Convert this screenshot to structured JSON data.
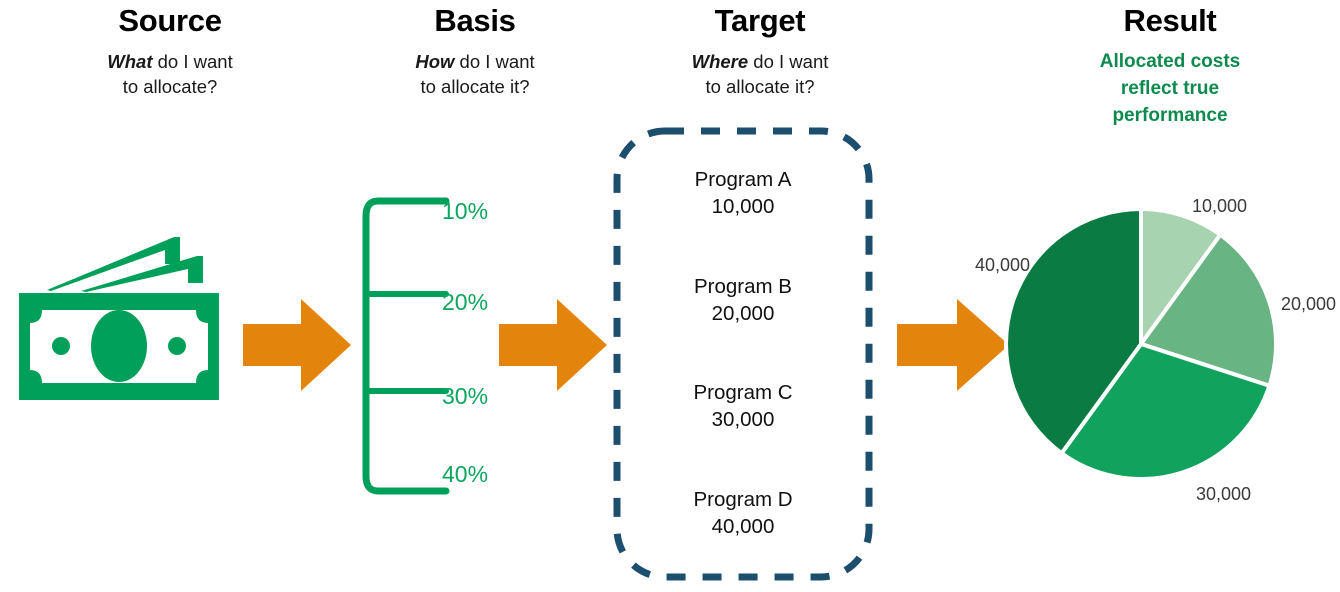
{
  "columns": {
    "source": {
      "title": "Source",
      "sub_lead": "What",
      "sub_rest": " do I want",
      "sub_line2": "to allocate?",
      "icon": "money-stack-icon"
    },
    "basis": {
      "title": "Basis",
      "sub_lead": "How",
      "sub_rest": " do I want",
      "sub_line2": "to allocate it?"
    },
    "target": {
      "title": "Target",
      "sub_lead": "Where",
      "sub_rest": " do I want",
      "sub_line2": "to allocate it?"
    },
    "result": {
      "title": "Result",
      "sub_line1": "Allocated costs",
      "sub_line2": "reflect true",
      "sub_line3": "performance"
    }
  },
  "basis_percentages": [
    {
      "label": "10%"
    },
    {
      "label": "20%"
    },
    {
      "label": "30%"
    },
    {
      "label": "40%"
    }
  ],
  "programs": [
    {
      "name": "Program A",
      "amount": "10,000"
    },
    {
      "name": "Program B",
      "amount": "20,000"
    },
    {
      "name": "Program C",
      "amount": "30,000"
    },
    {
      "name": "Program D",
      "amount": "40,000"
    }
  ],
  "pie_labels": [
    {
      "label": "10,000"
    },
    {
      "label": "20,000"
    },
    {
      "label": "30,000"
    },
    {
      "label": "40,000"
    }
  ],
  "colors": {
    "green_brand": "#00A05A",
    "green_text": "#0DA65E",
    "green_result_text": "#0E8A4F",
    "orange_arrow": "#E3840C",
    "navy_dashed": "#1C4E6E",
    "pie_10": "#A8D3B0",
    "pie_20": "#68B482",
    "pie_30": "#11A35E",
    "pie_40": "#0A7C43",
    "label_gray": "#3a3a3a"
  },
  "chart_data": {
    "type": "pie",
    "title": "Result",
    "categories": [
      "Program A",
      "Program B",
      "Program C",
      "Program D"
    ],
    "values": [
      10000,
      20000,
      30000,
      40000
    ],
    "percentages": [
      10,
      20,
      30,
      40
    ],
    "data_labels": [
      "10,000",
      "20,000",
      "30,000",
      "40,000"
    ],
    "slice_colors": [
      "#A8D3B0",
      "#68B482",
      "#11A35E",
      "#0A7C43"
    ],
    "start_angle_deg": 0,
    "direction": "clockwise",
    "legend": "none",
    "grid": false,
    "xlabel": "",
    "ylabel": ""
  }
}
